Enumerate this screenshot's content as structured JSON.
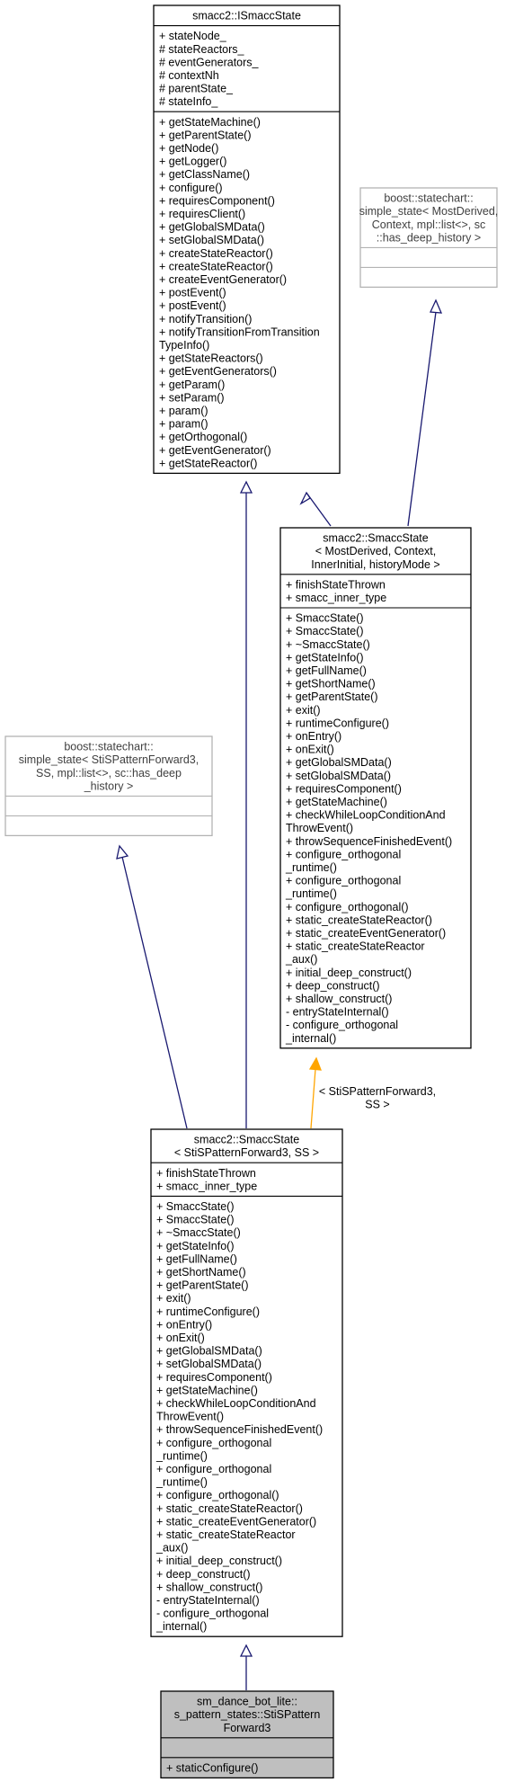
{
  "nodes": {
    "ismacc": {
      "title": [
        "smacc2::ISmaccState"
      ],
      "attributes": [
        "+ stateNode_",
        "# stateReactors_",
        "# eventGenerators_",
        "# contextNh",
        "# parentState_",
        "# stateInfo_"
      ],
      "methods": [
        "+ getStateMachine()",
        "+ getParentState()",
        "+ getNode()",
        "+ getLogger()",
        "+ getClassName()",
        "+ configure()",
        "+ requiresComponent()",
        "+ requiresClient()",
        "+ getGlobalSMData()",
        "+ setGlobalSMData()",
        "+ createStateReactor()",
        "+ createStateReactor()",
        "+ createEventGenerator()",
        "+ postEvent()",
        "+ postEvent()",
        "+ notifyTransition()",
        "+ notifyTransitionFromTransition",
        "TypeInfo()",
        "+ getStateReactors()",
        "+ getEventGenerators()",
        "+ getParam()",
        "+ setParam()",
        "+ param()",
        "+ param()",
        "+ getOrthogonal()",
        "+ getEventGenerator()",
        "+ getStateReactor()"
      ]
    },
    "boost_md": {
      "title": [
        "boost::statechart::",
        "simple_state< MostDerived,",
        "Context, mpl::list<>, sc",
        "::has_deep_history >"
      ],
      "attributes": [],
      "methods": []
    },
    "smacc_tmpl": {
      "title": [
        "smacc2::SmaccState",
        "< MostDerived, Context,",
        "InnerInitial, historyMode >"
      ],
      "attributes": [
        "+ finishStateThrown",
        "+ smacc_inner_type"
      ],
      "methods": [
        "+ SmaccState()",
        "+ SmaccState()",
        "+ ~SmaccState()",
        "+ getStateInfo()",
        "+ getFullName()",
        "+ getShortName()",
        "+ getParentState()",
        "+ exit()",
        "+ runtimeConfigure()",
        "+ onEntry()",
        "+ onExit()",
        "+ getGlobalSMData()",
        "+ setGlobalSMData()",
        "+ requiresComponent()",
        "+ getStateMachine()",
        "+ checkWhileLoopConditionAnd",
        "ThrowEvent()",
        "+ throwSequenceFinishedEvent()",
        "+ configure_orthogonal",
        "_runtime()",
        "+ configure_orthogonal",
        "_runtime()",
        "+ configure_orthogonal()",
        "+ static_createStateReactor()",
        "+ static_createEventGenerator()",
        "+ static_createStateReactor",
        "_aux()",
        "+ initial_deep_construct()",
        "+ deep_construct()",
        "+ shallow_construct()",
        "- entryStateInternal()",
        "- configure_orthogonal",
        "_internal()"
      ]
    },
    "boost_sti": {
      "title": [
        "boost::statechart::",
        "simple_state< StiSPatternForward3,",
        "SS, mpl::list<>, sc::has_deep",
        "_history >"
      ],
      "attributes": [],
      "methods": []
    },
    "smacc_sti": {
      "title": [
        "smacc2::SmaccState",
        "< StiSPatternForward3, SS >"
      ],
      "attributes": [
        "+ finishStateThrown",
        "+ smacc_inner_type"
      ],
      "methods": [
        "+ SmaccState()",
        "+ SmaccState()",
        "+ ~SmaccState()",
        "+ getStateInfo()",
        "+ getFullName()",
        "+ getShortName()",
        "+ getParentState()",
        "+ exit()",
        "+ runtimeConfigure()",
        "+ onEntry()",
        "+ onExit()",
        "+ getGlobalSMData()",
        "+ setGlobalSMData()",
        "+ requiresComponent()",
        "+ getStateMachine()",
        "+ checkWhileLoopConditionAnd",
        "ThrowEvent()",
        "+ throwSequenceFinishedEvent()",
        "+ configure_orthogonal",
        "_runtime()",
        "+ configure_orthogonal",
        "_runtime()",
        "+ configure_orthogonal()",
        "+ static_createStateReactor()",
        "+ static_createEventGenerator()",
        "+ static_createStateReactor",
        "_aux()",
        "+ initial_deep_construct()",
        "+ deep_construct()",
        "+ shallow_construct()",
        "- entryStateInternal()",
        "- configure_orthogonal",
        "_internal()"
      ]
    },
    "target": {
      "title": [
        "sm_dance_bot_lite::",
        "s_pattern_states::StiSPattern",
        "Forward3"
      ],
      "attributes": [],
      "methods": [
        "+ staticConfigure()"
      ]
    }
  },
  "edge_label": [
    "< StiSPatternForward3,",
    "SS >"
  ],
  "colors": {
    "inherit_edge": "#191970",
    "template_edge": "#ffa500",
    "target_fill": "#bfbfbf",
    "external_border": "#b3b3b3"
  }
}
